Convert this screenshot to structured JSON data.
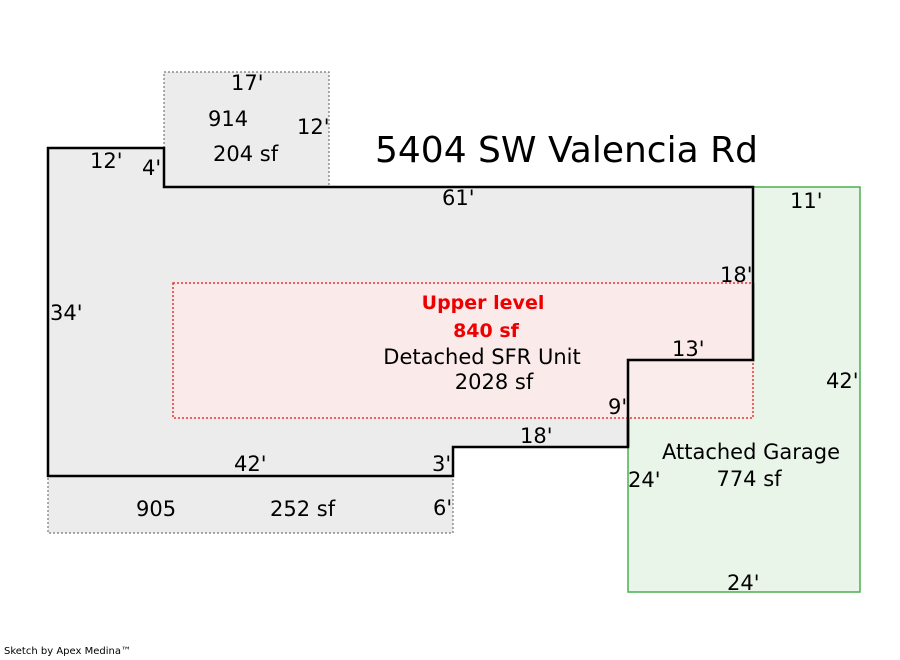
{
  "title": "5404 SW Valencia Rd",
  "credit": "Sketch by Apex Medina™",
  "main": {
    "name": "Detached SFR Unit",
    "area": "2028 sf",
    "dims": {
      "left": "34'",
      "top_left": "12'",
      "notch": "4'",
      "top": "61'",
      "right_upper": "18'",
      "step_top": "13'",
      "step_side": "9'",
      "bottom_step": "18'",
      "bottom_notch": "3'",
      "bottom_left": "42'"
    }
  },
  "upper": {
    "label": "Upper level",
    "area": "840 sf"
  },
  "addition_914": {
    "code": "914",
    "area": "204 sf",
    "top": "17'",
    "side": "12'"
  },
  "addition_905": {
    "code": "905",
    "area": "252 sf",
    "side": "6'"
  },
  "garage": {
    "name": "Attached Garage",
    "area": "774 sf",
    "top": "11'",
    "right": "42'",
    "left": "24'",
    "bottom": "24'"
  },
  "colors": {
    "main_fill": "#ececec",
    "main_stroke": "#000000",
    "annex_stroke": "#777777",
    "upper_fill": "#fdeaea",
    "upper_stroke": "#ee3333",
    "garage_fill": "#eaf5ea",
    "garage_stroke": "#4caf50",
    "label_red": "#ee0000"
  }
}
